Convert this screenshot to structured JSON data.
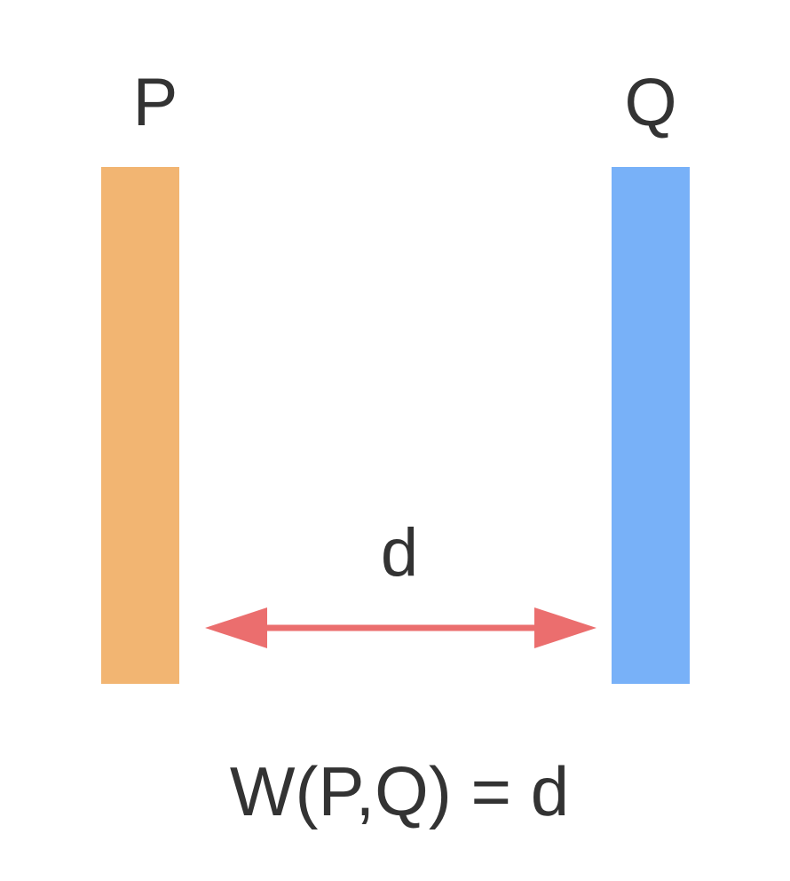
{
  "distribution_p": {
    "label": "P",
    "color": "#F2B572"
  },
  "distribution_q": {
    "label": "Q",
    "color": "#78B1F8"
  },
  "distance": {
    "label": "d",
    "arrow_color": "#EB6E6E"
  },
  "formula": "W(P,Q) = d"
}
